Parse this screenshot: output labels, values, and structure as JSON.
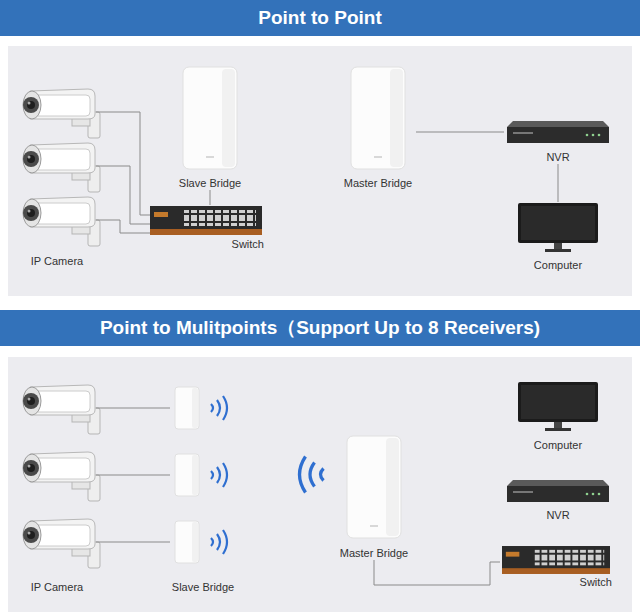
{
  "diagram": {
    "nodes": [
      {
        "text": [
          "Point to Point"
        ]
      },
      {
        "text": [
          "IP Camera"
        ]
      },
      {
        "text": [
          "Slave Bridge"
        ]
      },
      {
        "text": [
          "Switch"
        ]
      },
      {
        "text": [
          "Master Bridge"
        ]
      },
      {
        "text": [
          "NVR"
        ]
      },
      {
        "text": [
          "Computer"
        ]
      },
      {
        "text": [
          "Point to Mulitpoints（Support Up to 8 Receivers)"
        ]
      },
      {
        "text": [
          "Computer"
        ]
      },
      {
        "text": [
          "IP Camera"
        ]
      },
      {
        "text": [
          "Slave Bridge"
        ]
      },
      {
        "text": [
          "Master Bridge"
        ]
      },
      {
        "text": [
          "NVR"
        ]
      },
      {
        "text": [
          "Switch"
        ]
      }
    ],
    "edges": [
      {
        "from": 1,
        "to": 3,
        "arrow": "none"
      },
      {
        "from": 1,
        "to": 3,
        "arrow": "none"
      },
      {
        "from": 1,
        "to": 3,
        "arrow": "none"
      },
      {
        "from": 3,
        "to": 2,
        "arrow": "none"
      },
      {
        "from": 4,
        "to": 5,
        "arrow": "none"
      },
      {
        "from": 5,
        "to": 6,
        "arrow": "none"
      },
      {
        "from": 9,
        "to": 10,
        "arrow": "none"
      },
      {
        "from": 9,
        "to": 10,
        "arrow": "none"
      },
      {
        "from": 9,
        "to": 10,
        "arrow": "none"
      },
      {
        "from": 11,
        "to": 13,
        "arrow": "none"
      }
    ]
  }
}
